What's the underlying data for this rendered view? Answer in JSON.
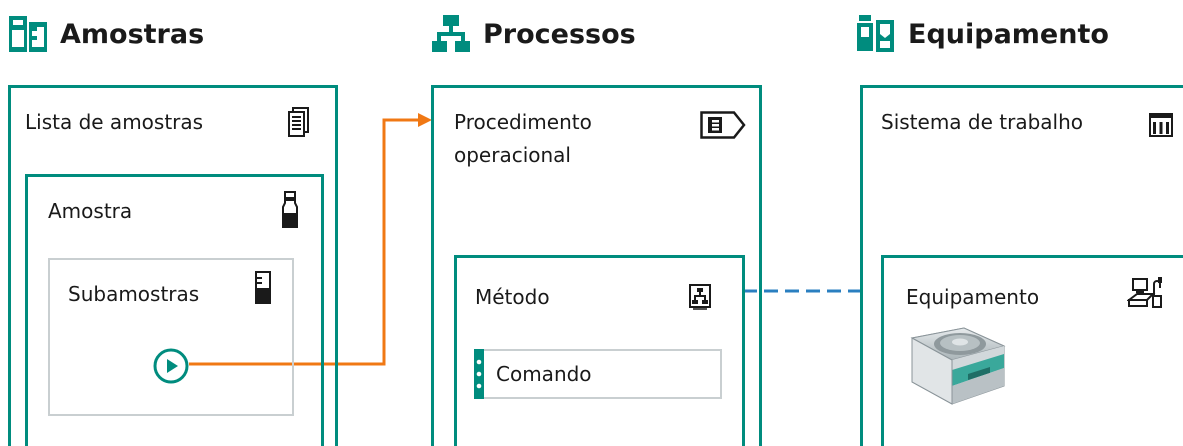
{
  "colors": {
    "teal": "#008c7e",
    "orange": "#f07814",
    "blue": "#2a7fc0",
    "grey_border": "#c9cfd1"
  },
  "columns": {
    "samples": {
      "title": "Amostras",
      "icon": "samples-icon",
      "panel_label": "Lista de amostras",
      "panel_icon": "document-list-icon",
      "sample_label": "Amostra",
      "sample_icon": "bottle-icon",
      "subsample_label": "Subamostras",
      "subsample_icon": "beaker-icon",
      "play_icon": "play-icon"
    },
    "processes": {
      "title": "Processos",
      "icon": "flowchart-icon",
      "panel_label_line1": "Procedimento",
      "panel_label_line2": "operacional",
      "panel_icon": "procedure-tag-icon",
      "method_label": "Método",
      "method_icon": "method-tree-icon",
      "command_label": "Comando",
      "command_icon": "drag-handle-icon"
    },
    "equipment": {
      "title": "Equipamento",
      "icon": "equipment-icon",
      "panel_label": "Sistema de trabalho",
      "panel_icon": "rack-icon",
      "device_label": "Equipamento",
      "device_icon": "instrument-icon",
      "device_image": "centrifuge-image"
    }
  }
}
